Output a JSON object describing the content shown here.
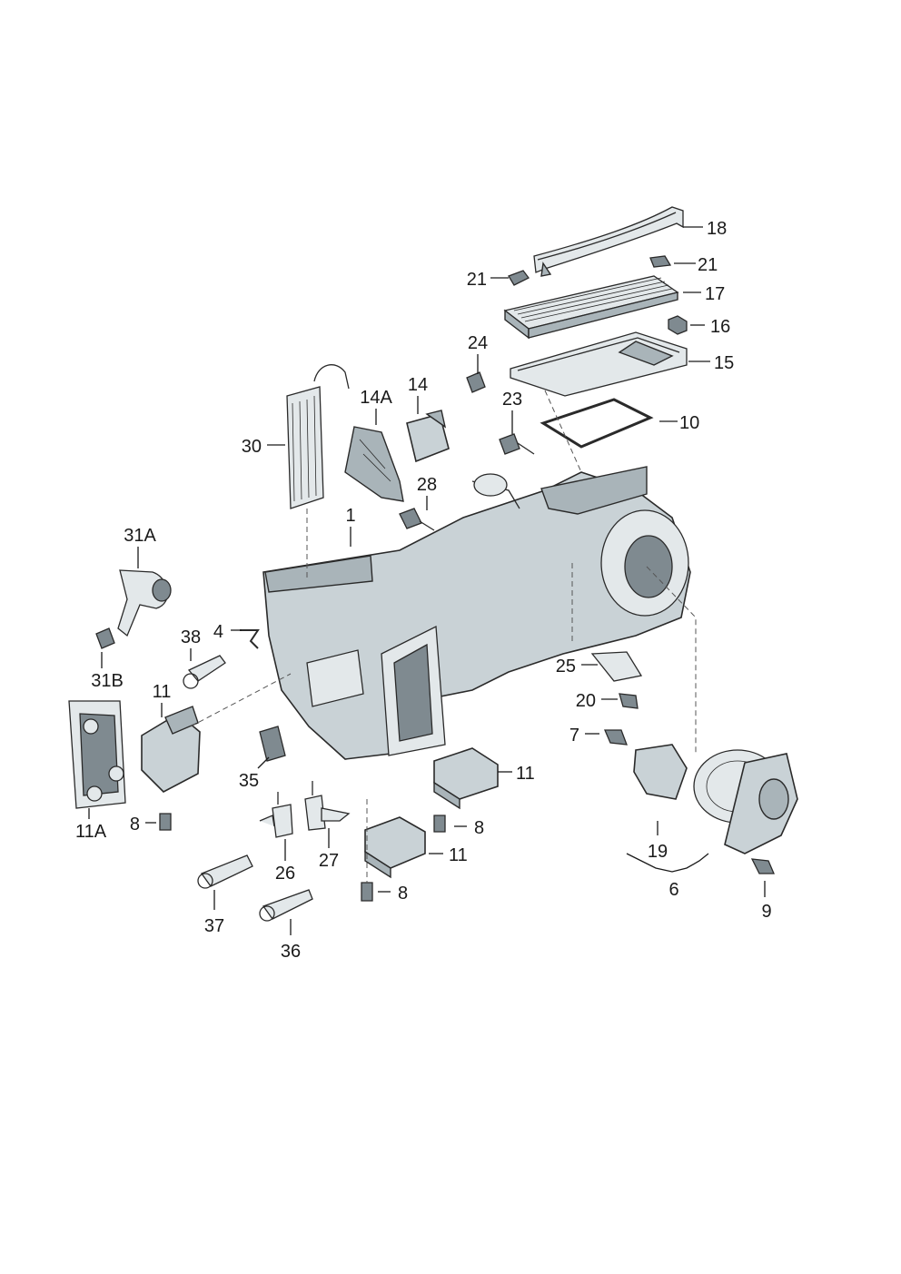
{
  "labels": {
    "p1": "1",
    "p4": "4",
    "p6": "6",
    "p7": "7",
    "p8a": "8",
    "p8b": "8",
    "p8c": "8",
    "p9": "9",
    "p10": "10",
    "p11a": "11",
    "p11b": "11",
    "p11c": "11",
    "p11A": "11A",
    "p14": "14",
    "p14A": "14A",
    "p15": "15",
    "p16": "16",
    "p17": "17",
    "p18": "18",
    "p19": "19",
    "p20": "20",
    "p21a": "21",
    "p21b": "21",
    "p23": "23",
    "p24": "24",
    "p25": "25",
    "p26": "26",
    "p27": "27",
    "p28": "28",
    "p30": "30",
    "p31A": "31A",
    "p31B": "31B",
    "p35": "35",
    "p36": "36",
    "p37": "37",
    "p38": "38"
  }
}
